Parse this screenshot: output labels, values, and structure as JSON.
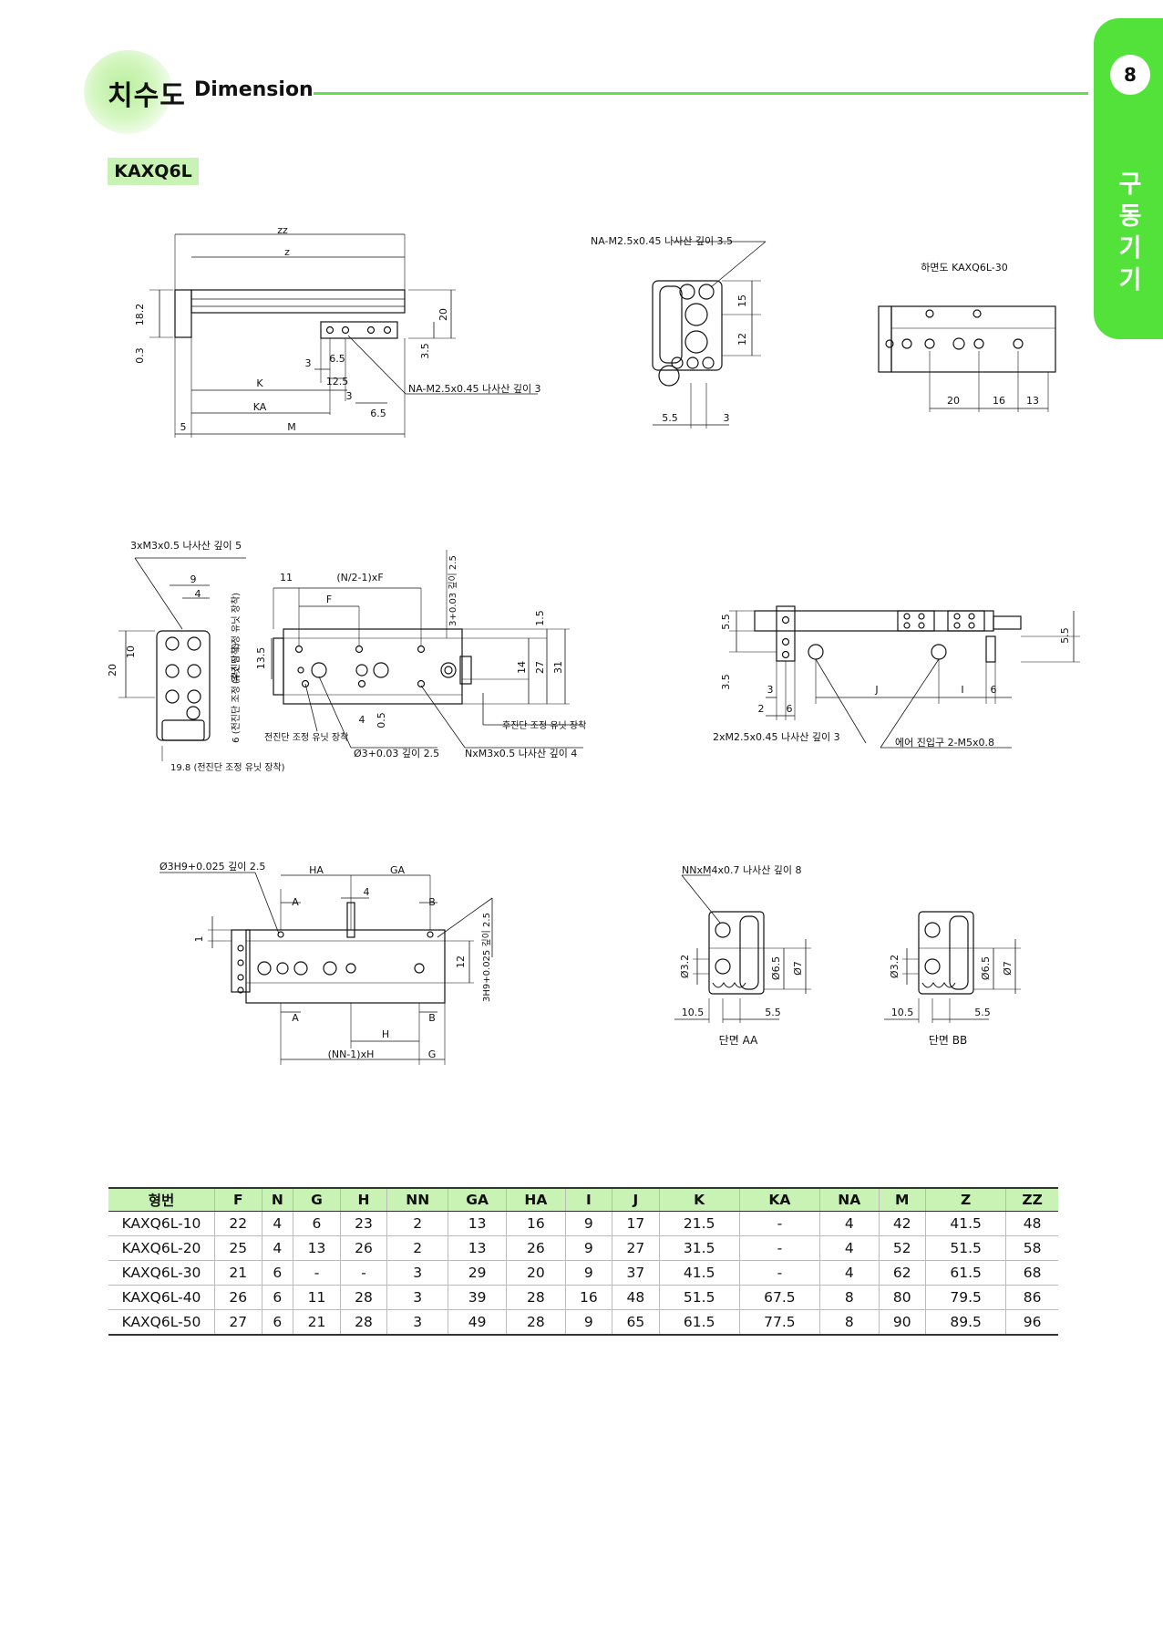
{
  "header": {
    "title_ko": "치수도",
    "title_en": "Dimension"
  },
  "side_tab": {
    "page_number": "8",
    "section_chars": [
      "구",
      "동",
      "기",
      "기"
    ]
  },
  "model": "KAXQ6L",
  "drawing_labels": {
    "top_left": {
      "zz": "zz",
      "z": "z",
      "h18": "18.2",
      "h03": "0.3",
      "h20": "20",
      "h35": "3.5",
      "d3a": "3",
      "d65a": "6.5",
      "d125": "12.5",
      "d3b": "3",
      "d65b": "6.5",
      "k": "K",
      "ka": "KA",
      "m": "M",
      "d5": "5",
      "na_thread": "NA-M2.5x0.45 나사산 깊이 3"
    },
    "top_mid": {
      "na_thread": "NA-M2.5x0.45 나사산 깊이 3.5",
      "d15": "15",
      "d12": "12",
      "d55": "5.5",
      "d3": "3"
    },
    "top_right": {
      "caption": "하면도 KAXQ6L-30",
      "d20": "20",
      "d16": "16",
      "d13": "13"
    },
    "mid_left": {
      "thread3": "3xM3x0.5 나사산 깊이 5",
      "d9": "9",
      "d4": "4",
      "d10": "10",
      "d20": "20",
      "vert_label_1": "(후진단 조정 유닛 장착)",
      "vert_label_2": "6 (전진단 조정 유닛 장착)",
      "bottom_label": "19.8 (전진단 조정 유닛 장착)"
    },
    "mid_center": {
      "d11": "11",
      "nf": "(N/2-1)xF",
      "f": "F",
      "d135": "13.5",
      "hole_top": "3+0.03 깊이 2.5",
      "d15": "1.5",
      "d14": "14",
      "d27": "27",
      "d31": "31",
      "d4": "4",
      "d05": "0.5",
      "fwd_unit": "전진단 조정 유닛 장착",
      "rev_unit": "후진단 조정 유닛 장착",
      "hole_bottom": "Ø3+0.03 깊이 2.5",
      "n_thread": "NxM3x0.5 나사산 깊이 4"
    },
    "mid_right": {
      "d55a": "5.5",
      "d35": "3.5",
      "d3": "3",
      "d2": "2",
      "d6": "6",
      "j": "J",
      "i": "I",
      "d6b": "6",
      "d55b": "5.5",
      "thread2": "2xM2.5x0.45 나사산 깊이 3",
      "air_port": "에어 진입구 2-M5x0.8"
    },
    "bottom_left": {
      "hole": "Ø3H9+0.025 깊이 2.5",
      "ha": "HA",
      "ga": "GA",
      "a1": "A",
      "b1": "B",
      "d4": "4",
      "d1": "1",
      "a2": "A",
      "b2": "B",
      "h": "H",
      "nnh": "(NN-1)xH",
      "g": "G",
      "d12": "12",
      "vert_hole": "3H9+0.025 깊이 2.5"
    },
    "bottom_right": {
      "nn_thread": "NNxM4x0.7 나사산 깊이 8",
      "aa_d32": "Ø3.2",
      "aa_d65": "Ø6.5",
      "aa_d7": "Ø7",
      "aa_d105": "10.5",
      "aa_d55": "5.5",
      "section_aa": "단면 AA",
      "bb_d32": "Ø3.2",
      "bb_d65": "Ø6.5",
      "bb_d7": "Ø7",
      "bb_d105": "10.5",
      "bb_d55": "5.5",
      "section_bb": "단면 BB"
    }
  },
  "table": {
    "headers": [
      "형번",
      "F",
      "N",
      "G",
      "H",
      "NN",
      "GA",
      "HA",
      "I",
      "J",
      "K",
      "KA",
      "NA",
      "M",
      "Z",
      "ZZ"
    ],
    "rows": [
      [
        "KAXQ6L-10",
        "22",
        "4",
        "6",
        "23",
        "2",
        "13",
        "16",
        "9",
        "17",
        "21.5",
        "-",
        "4",
        "42",
        "41.5",
        "48"
      ],
      [
        "KAXQ6L-20",
        "25",
        "4",
        "13",
        "26",
        "2",
        "13",
        "26",
        "9",
        "27",
        "31.5",
        "-",
        "4",
        "52",
        "51.5",
        "58"
      ],
      [
        "KAXQ6L-30",
        "21",
        "6",
        "-",
        "-",
        "3",
        "29",
        "20",
        "9",
        "37",
        "41.5",
        "-",
        "4",
        "62",
        "61.5",
        "68"
      ],
      [
        "KAXQ6L-40",
        "26",
        "6",
        "11",
        "28",
        "3",
        "39",
        "28",
        "16",
        "48",
        "51.5",
        "67.5",
        "8",
        "80",
        "79.5",
        "86"
      ],
      [
        "KAXQ6L-50",
        "27",
        "6",
        "21",
        "28",
        "3",
        "49",
        "28",
        "9",
        "65",
        "61.5",
        "77.5",
        "8",
        "90",
        "89.5",
        "96"
      ]
    ]
  }
}
